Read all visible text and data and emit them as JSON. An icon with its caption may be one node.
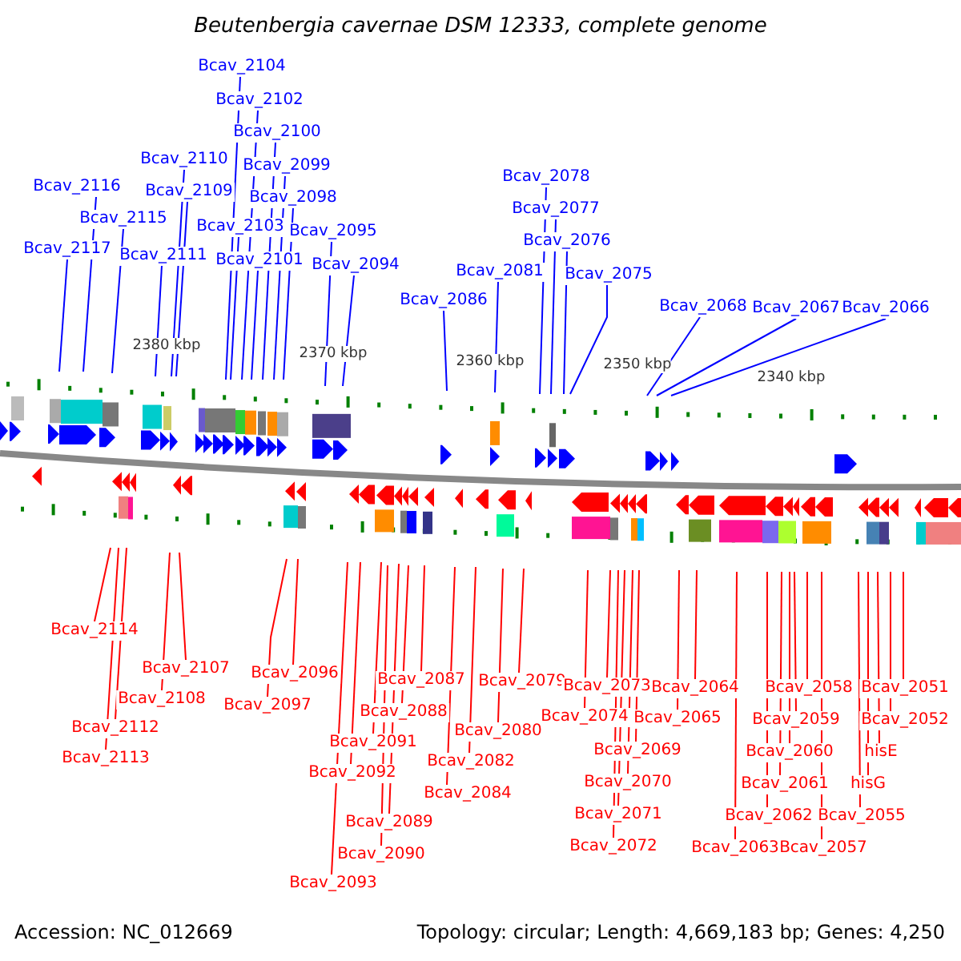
{
  "diagram": {
    "title": "Beutenbergia cavernae DSM 12333, complete genome",
    "nodes": [
      {
        "text": [
          "Bcav_2104"
        ]
      },
      {
        "text": [
          "Bcav_2102"
        ]
      },
      {
        "text": [
          "Bcav_2100"
        ]
      },
      {
        "text": [
          "Bcav_2110"
        ]
      },
      {
        "text": [
          "Bcav_2099"
        ]
      },
      {
        "text": [
          "Bcav_2078"
        ]
      },
      {
        "text": [
          "Bcav_2116"
        ]
      },
      {
        "text": [
          "Bcav_2109"
        ]
      },
      {
        "text": [
          "Bcav_2098"
        ]
      },
      {
        "text": [
          "Bcav_2077"
        ]
      },
      {
        "text": [
          "Bcav_2115"
        ]
      },
      {
        "text": [
          "Bcav_2103"
        ]
      },
      {
        "text": [
          "Bcav_2095"
        ]
      },
      {
        "text": [
          "Bcav_2076"
        ]
      },
      {
        "text": [
          "Bcav_2117"
        ]
      },
      {
        "text": [
          "Bcav_2111"
        ]
      },
      {
        "text": [
          "Bcav_2101"
        ]
      },
      {
        "text": [
          "Bcav_2094"
        ]
      },
      {
        "text": [
          "Bcav_2081"
        ]
      },
      {
        "text": [
          "Bcav_2075"
        ]
      },
      {
        "text": [
          "Bcav_2086"
        ]
      },
      {
        "text": [
          "Bcav_2068"
        ]
      },
      {
        "text": [
          "Bcav_2067"
        ]
      },
      {
        "text": [
          "Bcav_2066"
        ]
      },
      {
        "text": [
          "Bcav_2114"
        ]
      },
      {
        "text": [
          "Bcav_2107"
        ]
      },
      {
        "text": [
          "Bcav_2096"
        ]
      },
      {
        "text": [
          "Bcav_2087"
        ]
      },
      {
        "text": [
          "Bcav_2079"
        ]
      },
      {
        "text": [
          "Bcav_2073"
        ]
      },
      {
        "text": [
          "Bcav_2064"
        ]
      },
      {
        "text": [
          "Bcav_2058"
        ]
      },
      {
        "text": [
          "Bcav_2051"
        ]
      },
      {
        "text": [
          "Bcav_2108"
        ]
      },
      {
        "text": [
          "Bcav_2097"
        ]
      },
      {
        "text": [
          "Bcav_2088"
        ]
      },
      {
        "text": [
          "Bcav_2074"
        ]
      },
      {
        "text": [
          "Bcav_2065"
        ]
      },
      {
        "text": [
          "Bcav_2059"
        ]
      },
      {
        "text": [
          "Bcav_2052"
        ]
      },
      {
        "text": [
          "Bcav_2112"
        ]
      },
      {
        "text": [
          "Bcav_2080"
        ]
      },
      {
        "text": [
          "Bcav_2091"
        ]
      },
      {
        "text": [
          "Bcav_2069"
        ]
      },
      {
        "text": [
          "Bcav_2060"
        ]
      },
      {
        "text": [
          "hisE"
        ]
      },
      {
        "text": [
          "Bcav_2113"
        ]
      },
      {
        "text": [
          "Bcav_2082"
        ]
      },
      {
        "text": [
          "Bcav_2092"
        ]
      },
      {
        "text": [
          "Bcav_2070"
        ]
      },
      {
        "text": [
          "Bcav_2061"
        ]
      },
      {
        "text": [
          "hisG"
        ]
      },
      {
        "text": [
          "Bcav_2084"
        ]
      },
      {
        "text": [
          "Bcav_2071"
        ]
      },
      {
        "text": [
          "Bcav_2062"
        ]
      },
      {
        "text": [
          "Bcav_2055"
        ]
      },
      {
        "text": [
          "Bcav_2089"
        ]
      },
      {
        "text": [
          "Bcav_2072"
        ]
      },
      {
        "text": [
          "Bcav_2063"
        ]
      },
      {
        "text": [
          "Bcav_2057"
        ]
      },
      {
        "text": [
          "Bcav_2090"
        ]
      },
      {
        "text": [
          "Bcav_2093"
        ]
      }
    ],
    "edges": [
      {
        "from": 0,
        "to": null,
        "arrow": "none",
        "color": "#0000ff"
      },
      {
        "from": 1,
        "to": null,
        "arrow": "none",
        "color": "#0000ff"
      },
      {
        "from": 2,
        "to": null,
        "arrow": "none",
        "color": "#0000ff"
      },
      {
        "from": 3,
        "to": null,
        "arrow": "none",
        "color": "#0000ff"
      },
      {
        "from": 4,
        "to": null,
        "arrow": "none",
        "color": "#0000ff"
      },
      {
        "from": 5,
        "to": null,
        "arrow": "none",
        "color": "#0000ff"
      },
      {
        "from": 6,
        "to": null,
        "arrow": "none",
        "color": "#0000ff"
      },
      {
        "from": 7,
        "to": null,
        "arrow": "none",
        "color": "#0000ff"
      },
      {
        "from": 8,
        "to": null,
        "arrow": "none",
        "color": "#0000ff"
      },
      {
        "from": 9,
        "to": null,
        "arrow": "none",
        "color": "#0000ff"
      },
      {
        "from": 10,
        "to": null,
        "arrow": "none",
        "color": "#0000ff"
      },
      {
        "from": 11,
        "to": null,
        "arrow": "none",
        "color": "#0000ff"
      },
      {
        "from": 12,
        "to": null,
        "arrow": "none",
        "color": "#0000ff"
      },
      {
        "from": 13,
        "to": null,
        "arrow": "none",
        "color": "#0000ff"
      },
      {
        "from": 14,
        "to": null,
        "arrow": "none",
        "color": "#0000ff"
      },
      {
        "from": 15,
        "to": null,
        "arrow": "none",
        "color": "#0000ff"
      },
      {
        "from": 16,
        "to": null,
        "arrow": "none",
        "color": "#0000ff"
      },
      {
        "from": 17,
        "to": null,
        "arrow": "none",
        "color": "#0000ff"
      },
      {
        "from": 18,
        "to": null,
        "arrow": "none",
        "color": "#0000ff"
      },
      {
        "from": 19,
        "to": null,
        "arrow": "none",
        "color": "#0000ff"
      },
      {
        "from": 20,
        "to": null,
        "arrow": "none",
        "color": "#0000ff"
      },
      {
        "from": 21,
        "to": null,
        "arrow": "none",
        "color": "#0000ff"
      },
      {
        "from": 22,
        "to": null,
        "arrow": "none",
        "color": "#0000ff"
      },
      {
        "from": 23,
        "to": null,
        "arrow": "none",
        "color": "#0000ff"
      },
      {
        "from": 24,
        "to": null,
        "arrow": "none"
      },
      {
        "from": 25,
        "to": null,
        "arrow": "none"
      },
      {
        "from": 26,
        "to": null,
        "arrow": "none"
      },
      {
        "from": 27,
        "to": null,
        "arrow": "none"
      },
      {
        "from": 28,
        "to": null,
        "arrow": "none"
      },
      {
        "from": 29,
        "to": null,
        "arrow": "none"
      },
      {
        "from": 30,
        "to": null,
        "arrow": "none"
      },
      {
        "from": 31,
        "to": null,
        "arrow": "none"
      },
      {
        "from": 32,
        "to": null,
        "arrow": "none"
      },
      {
        "from": 33,
        "to": null,
        "arrow": "none"
      },
      {
        "from": 34,
        "to": null,
        "arrow": "none"
      },
      {
        "from": 35,
        "to": null,
        "arrow": "none"
      },
      {
        "from": 36,
        "to": null,
        "arrow": "none"
      },
      {
        "from": 37,
        "to": null,
        "arrow": "none"
      },
      {
        "from": 38,
        "to": null,
        "arrow": "none"
      },
      {
        "from": 39,
        "to": null,
        "arrow": "none"
      },
      {
        "from": 40,
        "to": null,
        "arrow": "none"
      },
      {
        "from": 41,
        "to": null,
        "arrow": "none"
      },
      {
        "from": 42,
        "to": null,
        "arrow": "none"
      },
      {
        "from": 43,
        "to": null,
        "arrow": "none"
      },
      {
        "from": 44,
        "to": null,
        "arrow": "none"
      },
      {
        "from": 45,
        "to": null,
        "arrow": "none"
      },
      {
        "from": 46,
        "to": null,
        "arrow": "none"
      },
      {
        "from": 47,
        "to": null,
        "arrow": "none"
      },
      {
        "from": 48,
        "to": null,
        "arrow": "none"
      },
      {
        "from": 49,
        "to": null,
        "arrow": "none"
      },
      {
        "from": 50,
        "to": null,
        "arrow": "none"
      },
      {
        "from": 51,
        "to": null,
        "arrow": "none"
      },
      {
        "from": 52,
        "to": null,
        "arrow": "none"
      },
      {
        "from": 53,
        "to": null,
        "arrow": "none"
      },
      {
        "from": 54,
        "to": null,
        "arrow": "none"
      },
      {
        "from": 55,
        "to": null,
        "arrow": "none"
      },
      {
        "from": 56,
        "to": null,
        "arrow": "none"
      },
      {
        "from": 57,
        "to": null,
        "arrow": "none"
      },
      {
        "from": 58,
        "to": null,
        "arrow": "none"
      },
      {
        "from": 59,
        "to": null,
        "arrow": "none"
      },
      {
        "from": 60,
        "to": null,
        "arrow": "none"
      },
      {
        "from": 61,
        "to": null,
        "arrow": "none"
      }
    ],
    "labels": [
      "2380 kbp",
      "2370 kbp",
      "2360 kbp",
      "2350 kbp",
      "2340 kbp",
      "Accession: NC_012669",
      "Topology: circular; Length: 4,669,183 bp; Genes: 4,250"
    ]
  }
}
